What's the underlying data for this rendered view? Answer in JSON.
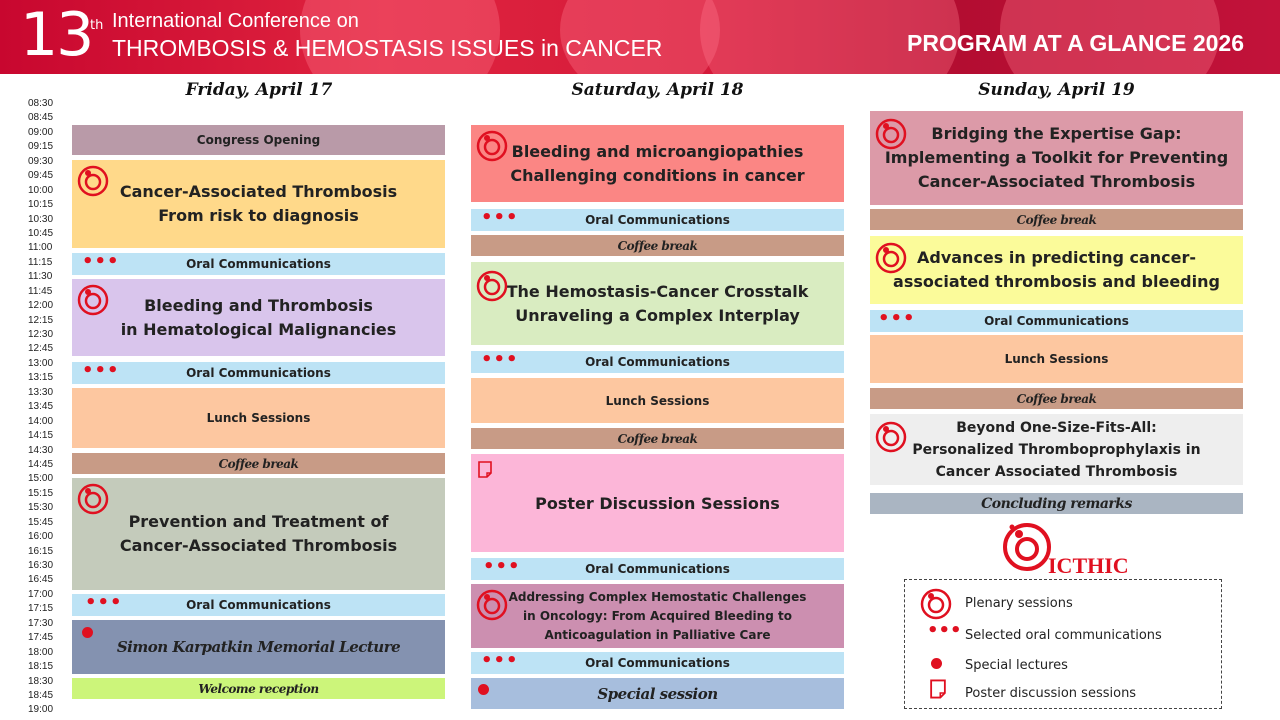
{
  "header": {
    "edition_number": "13",
    "edition_suffix": "th",
    "title_line1": "International Conference on",
    "title_line2": "THROMBOSIS & HEMOSTASIS ISSUES in CANCER",
    "program_title": "PROGRAM AT A GLANCE 2026"
  },
  "time_slots": [
    "08:30",
    "08:45",
    "09:00",
    "09:15",
    "09:30",
    "09:45",
    "10:00",
    "10:15",
    "10:30",
    "10:45",
    "11:00",
    "11:15",
    "11:30",
    "11:45",
    "12:00",
    "12:15",
    "12:30",
    "12:45",
    "13:00",
    "13:15",
    "13:30",
    "13:45",
    "14:00",
    "14:15",
    "14:30",
    "14:45",
    "15:00",
    "15:15",
    "15:30",
    "15:45",
    "16:00",
    "16:15",
    "16:30",
    "16:45",
    "17:00",
    "17:15",
    "17:30",
    "17:45",
    "18:00",
    "18:15",
    "18:30",
    "18:45",
    "19:00"
  ],
  "friday": {
    "title": "Friday, April 17",
    "opening": "Congress Opening",
    "s1": "Cancer-Associated Thrombosis\nFrom risk to diagnosis",
    "oral1": "Oral Communications",
    "s2": "Bleeding and Thrombosis\nin Hematological Malignancies",
    "oral2": "Oral Communications",
    "lunch": "Lunch Sessions",
    "coffee": "Coffee break",
    "s3": "Prevention and Treatment of\nCancer-Associated Thrombosis",
    "oral3": "Oral Communications",
    "lecture": "Simon Karpatkin Memorial Lecture",
    "welcome": "Welcome reception"
  },
  "saturday": {
    "title": "Saturday, April 18",
    "s1": "Bleeding and microangiopathies\nChallenging conditions in cancer",
    "oral1": "Oral Communications",
    "coffee1": "Coffee break",
    "s2": "The Hemostasis-Cancer Crosstalk\nUnraveling a Complex Interplay",
    "oral2": "Oral Communications",
    "lunch": "Lunch Sessions",
    "coffee2": "Coffee break",
    "poster": "Poster Discussion Sessions",
    "oral3": "Oral Communications",
    "s3": "Addressing Complex Hemostatic Challenges\nin Oncology: From Acquired Bleeding to\nAnticoagulation in Palliative Care",
    "oral4": "Oral Communications",
    "special": "Special session"
  },
  "sunday": {
    "title": "Sunday, April 19",
    "s1": "Bridging the Expertise Gap:\nImplementing a Toolkit for Preventing\nCancer-Associated Thrombosis",
    "coffee1": "Coffee break",
    "s2": "Advances in predicting cancer-\nassociated thrombosis and bleeding",
    "oral1": "Oral Communications",
    "lunch": "Lunch Sessions",
    "coffee2": "Coffee break",
    "s3": "Beyond One-Size-Fits-All:\nPersonalized Thromboprophylaxis in\nCancer Associated Thrombosis",
    "concluding": "Concluding remarks"
  },
  "logo_text": "ICTHIC",
  "legend": {
    "plenary": "Plenary sessions",
    "oral": "Selected oral communications",
    "special": "Special lectures",
    "poster": "Poster discussion sessions"
  },
  "colors": {
    "header_red": "#c8072f",
    "opening": "#b99aa8",
    "yellow_orange": "#ffd98a",
    "oral_blue": "#bde3f5",
    "lavender": "#d9c5ec",
    "lunch_peach": "#fdc7a0",
    "coffee_brown": "#c89b86",
    "sage": "#c4cbbb",
    "slate": "#8492b0",
    "lime": "#ccf57a",
    "coral": "#fb8684",
    "light_green": "#d9ecc1",
    "pink": "#fcb6d8",
    "mauve": "#cc8fb0",
    "steel_blue": "#a7bedd",
    "rose": "#dc9aa8",
    "light_yellow": "#fbfb9a",
    "light_gray": "#eeeeee",
    "gray_blue": "#aab5c2",
    "icon_red": "#e01020"
  }
}
